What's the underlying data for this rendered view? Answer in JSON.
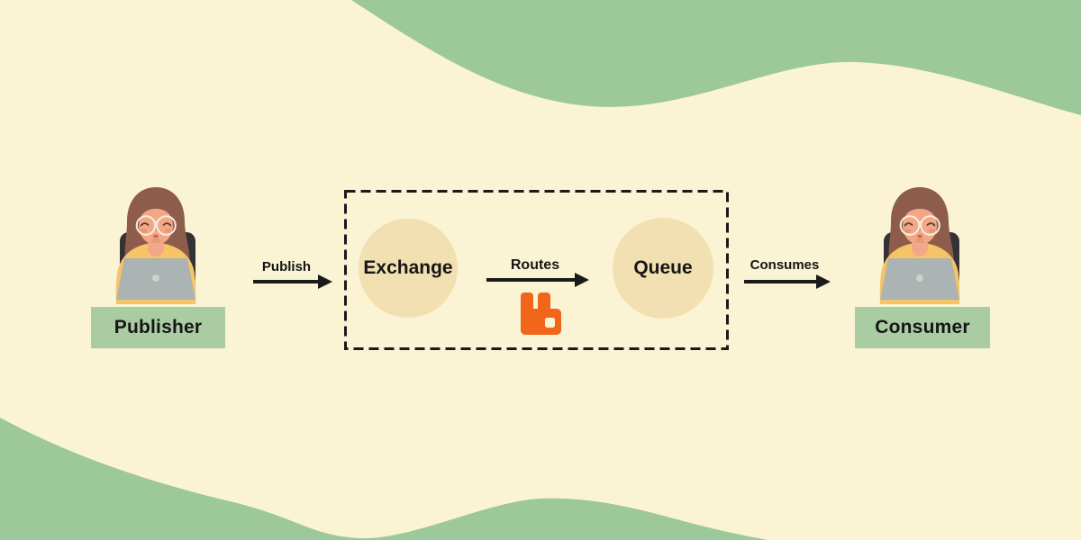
{
  "diagram": {
    "title_hint": "message-broker-flow",
    "publisher": {
      "label": "Publisher"
    },
    "consumer": {
      "label": "Consumer"
    },
    "broker": {
      "exchange_label": "Exchange",
      "queue_label": "Queue"
    },
    "arrows": {
      "publish_label": "Publish",
      "routes_label": "Routes",
      "consumes_label": "Consumes"
    }
  },
  "icons": {
    "broker_logo": "rabbitmq-logo",
    "publisher_figure": "person-at-laptop",
    "consumer_figure": "person-at-laptop"
  },
  "colors": {
    "background_cream": "#FAF3D4",
    "wave_green": "#9CC89A",
    "label_green": "#A9CCA3",
    "node_tan": "#F2DFB2",
    "rabbitmq_orange": "#F2661C",
    "arrow_black": "#1A1A1A",
    "text_dark": "#161616"
  }
}
